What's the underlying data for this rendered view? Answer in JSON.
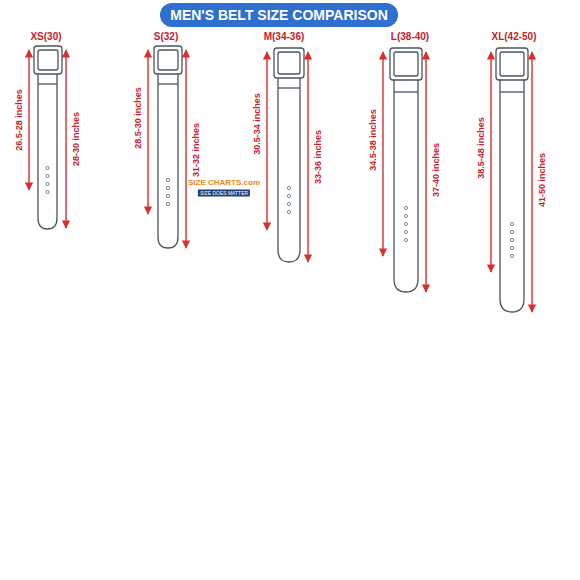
{
  "diagram": {
    "title": "MEN'S BELT SIZE COMPARISON",
    "labels": [
      "XS(30)",
      "26.5-28 inches",
      "28-30 inches",
      "S(32)",
      "28.5-30 inches",
      "31-32 inches",
      "SIZE CHARTS.com",
      "SIZE DOES MATTER",
      "M(34-36)",
      "30.5-34 inches",
      "33-36 inches",
      "L(38-40)",
      "34.5-38 inches",
      "37-40 inches",
      "XL(42-50)",
      "38.5-48 inches",
      "41-50 inches"
    ]
  }
}
